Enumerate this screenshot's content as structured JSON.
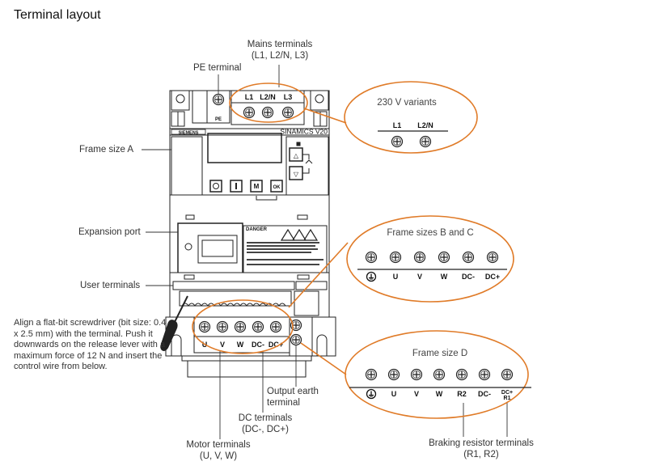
{
  "title": "Terminal layout",
  "labels": {
    "mains_line1": "Mains terminals",
    "mains_line2": "(L1, L2/N, L3)",
    "pe": "PE terminal",
    "frame_a": "Frame size A",
    "expansion": "Expansion port",
    "user_terminals": "User terminals",
    "output_earth_line1": "Output earth",
    "output_earth_line2": "terminal",
    "dc_line1": "DC terminals",
    "dc_line2": "(DC-, DC+)",
    "motor_line1": "Motor terminals",
    "motor_line2": "(U, V, W)",
    "braking_line1": "Braking resistor terminals",
    "braking_line2": "(R1, R2)"
  },
  "instruction": "Align a flat-bit screwdriver (bit size: 0.4 x 2.5 mm) with the terminal. Push it downwards on the release lever with a maximum force of 12 N and insert the control wire from below.",
  "device": {
    "brand": "SIEMENS",
    "model": "SINAMICS V20",
    "pe_tag": "PE",
    "mains_terminals": [
      "L1",
      "L2/N",
      "L3"
    ],
    "buttons": [
      "O",
      "I",
      "M",
      "OK"
    ],
    "danger_label": "DANGER",
    "output_terminals": [
      "U",
      "V",
      "W",
      "DC-",
      "DC+"
    ]
  },
  "callouts": {
    "v230": {
      "title": "230 V variants",
      "terminals": [
        "L1",
        "L2/N"
      ]
    },
    "frame_bc": {
      "title": "Frame sizes B and C",
      "terminals": [
        "earth",
        "U",
        "V",
        "W",
        "DC-",
        "DC+"
      ]
    },
    "frame_d": {
      "title": "Frame size D",
      "terminals": [
        "earth",
        "U",
        "V",
        "W",
        "R2",
        "DC-",
        "DC+/R1"
      ]
    }
  },
  "colors": {
    "accent": "#e07b28",
    "line": "#333333"
  }
}
